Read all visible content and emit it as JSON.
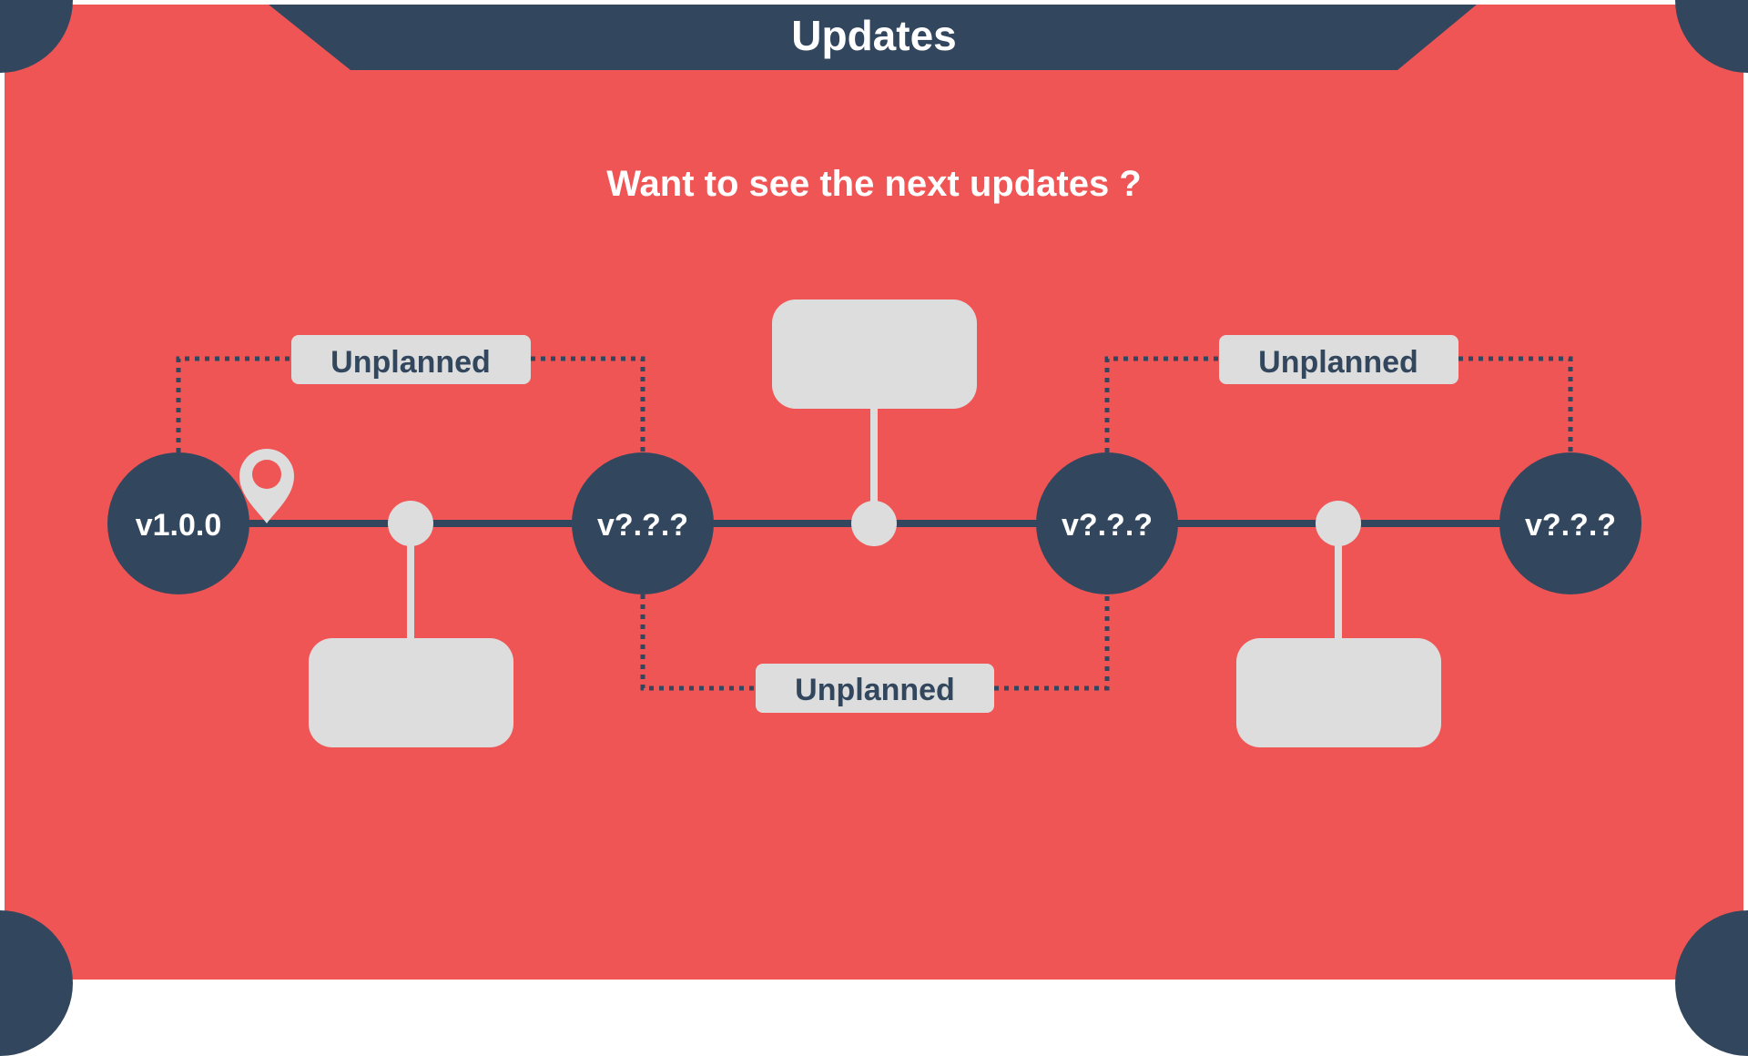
{
  "colors": {
    "background": "#f05555",
    "navy": "#32475e",
    "light": "#dddddd",
    "white": "#ffffff"
  },
  "banner": {
    "title": "Updates"
  },
  "subtitle": "Want to see the next updates ?",
  "versions": [
    {
      "label": "v1.0.0",
      "current": true
    },
    {
      "label": "v?.?.?",
      "current": false
    },
    {
      "label": "v?.?.?",
      "current": false
    },
    {
      "label": "v?.?.?",
      "current": false
    }
  ],
  "phases": [
    {
      "status": "Unplanned",
      "note": ""
    },
    {
      "status": "Unplanned",
      "note": ""
    },
    {
      "status": "Unplanned",
      "note": ""
    }
  ],
  "icons": {
    "current_marker": "map-pin-icon"
  }
}
